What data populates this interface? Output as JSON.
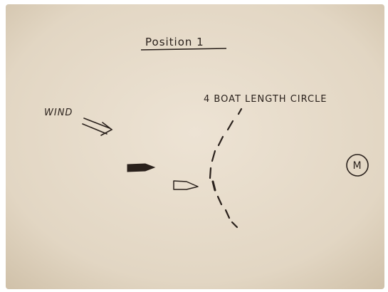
{
  "diagram": {
    "title": "Position 1",
    "wind_label": "WIND",
    "circle_label": "4 BOAT LENGTH CIRCLE",
    "mark_label": "M"
  },
  "colors": {
    "paper": "#e7dccc",
    "paper_edge": "#cdbfa9",
    "ink": "#2a211c"
  },
  "icons": {
    "wind": "double-arrow-icon",
    "dark_boat": "filled-boat-icon",
    "light_boat": "outline-boat-icon",
    "mark": "circled-letter-icon"
  }
}
